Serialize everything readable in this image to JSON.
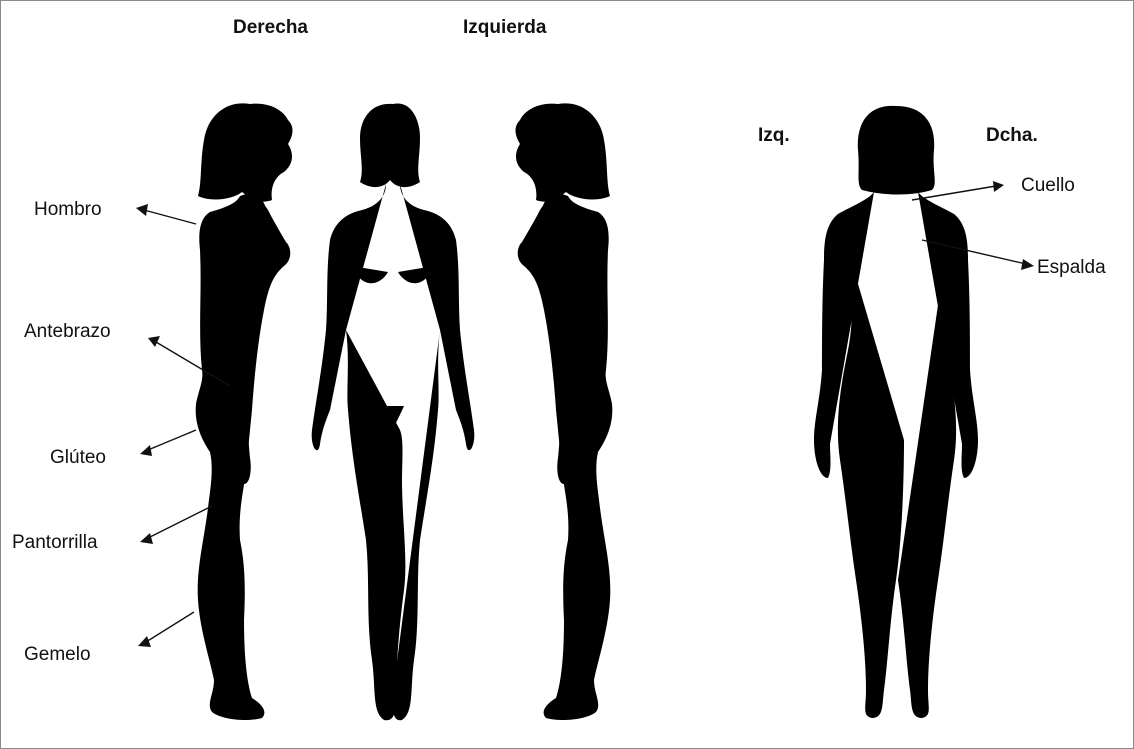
{
  "headers": {
    "right_side": "Derecha",
    "left_side": "Izquierda",
    "back_left": "Izq.",
    "back_right": "Dcha."
  },
  "labels": {
    "hombro": "Hombro",
    "antebrazo": "Antebrazo",
    "gluteo": "Glúteo",
    "pantorrilla": "Pantorrilla",
    "gemelo": "Gemelo",
    "cuello": "Cuello",
    "espalda": "Espalda"
  },
  "colors": {
    "line": "#1a1a1a",
    "background": "#ffffff",
    "border": "#8a8a8a"
  }
}
